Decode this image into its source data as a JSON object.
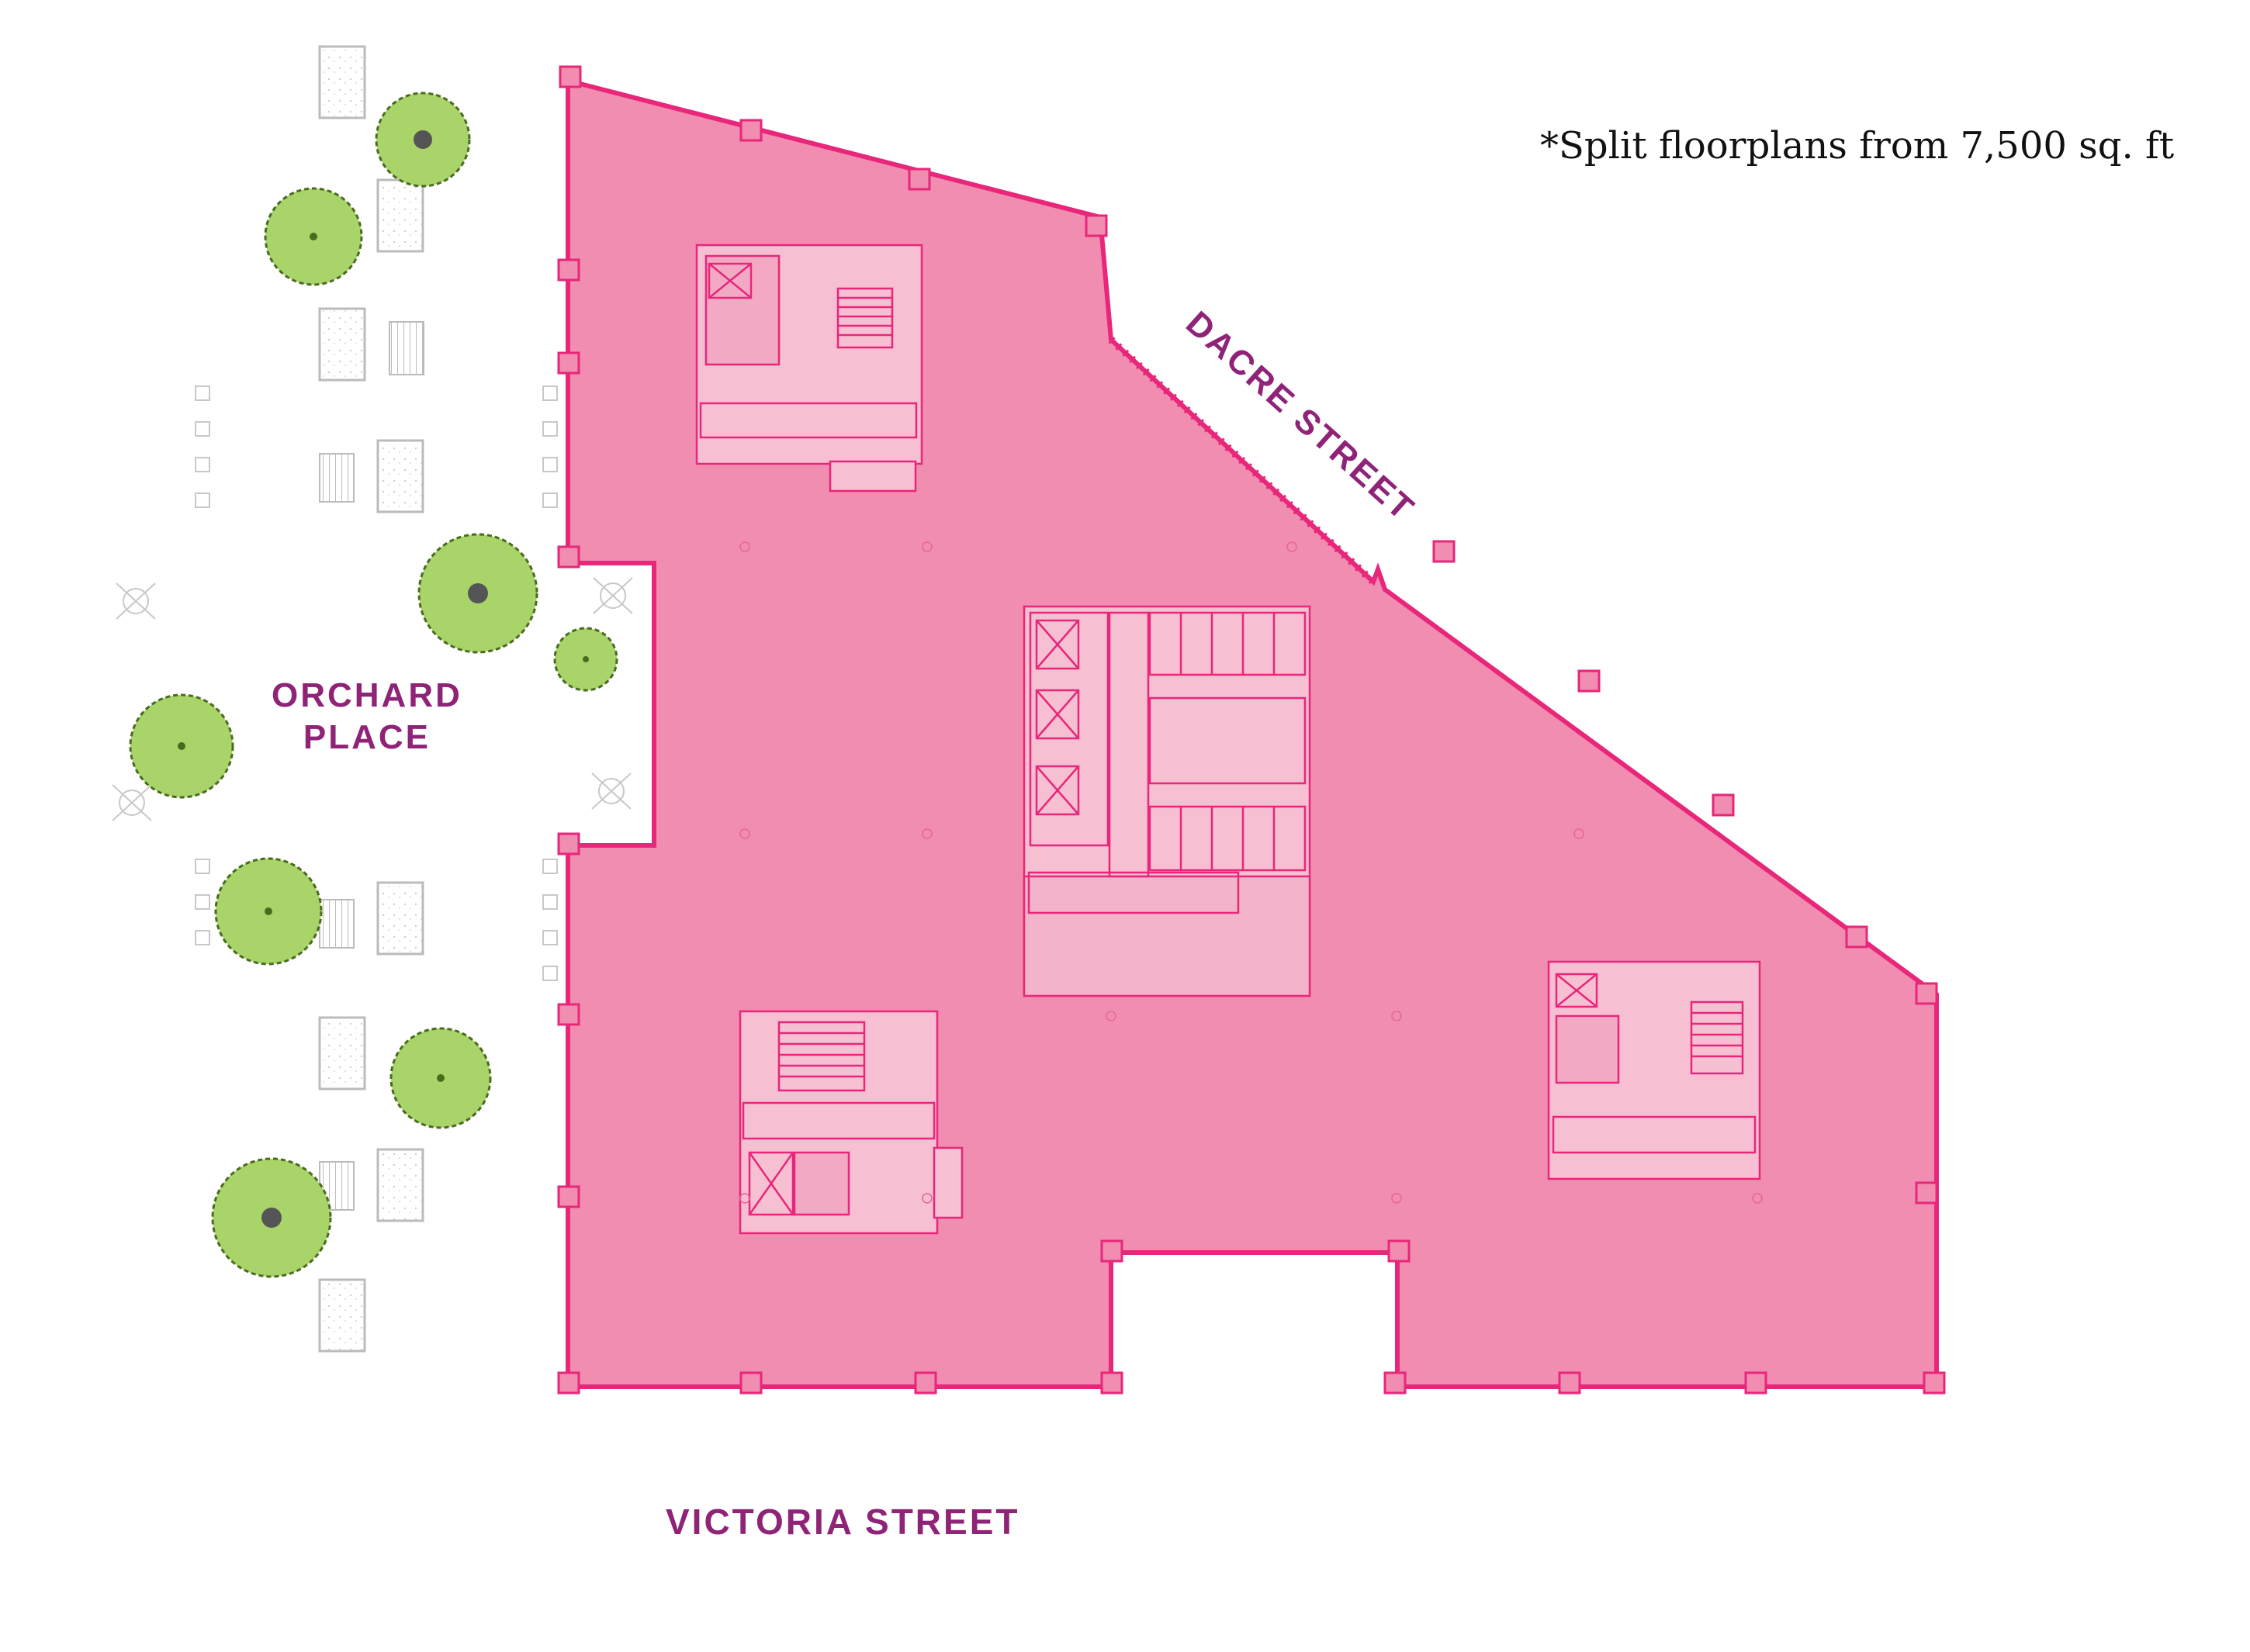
{
  "note": "*Split floorplans from 7,500 sq. ft",
  "streets": {
    "victoria": "VICTORIA STREET",
    "dacre": "DACRE STREET",
    "orchard_line1": "ORCHARD",
    "orchard_line2": "PLACE"
  },
  "colors": {
    "floor_fill": "#f08db0",
    "outline": "#e8267a",
    "core_fill": "#f7bfd2",
    "street_label": "#8f2377",
    "tree": "#a8d46a",
    "tree_outline": "#4a6b1e",
    "planter": "#bbbbbb"
  },
  "icons": [
    "tree-icon",
    "planter-icon",
    "table-chairs-icon",
    "lift-icon",
    "stair-icon",
    "wc-icon"
  ]
}
